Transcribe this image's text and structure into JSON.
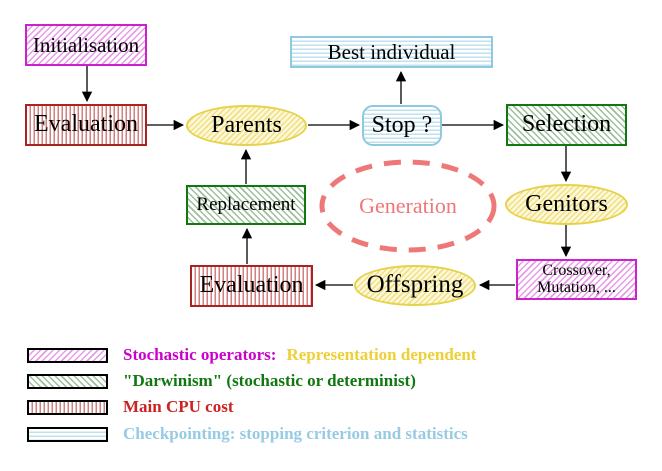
{
  "diagram": {
    "title_hint": "Evolutionary algorithm generation loop",
    "nodes": {
      "initialisation": {
        "label": "Initialisation"
      },
      "evaluation_top": {
        "label": "Evaluation"
      },
      "parents": {
        "label": "Parents"
      },
      "best_individual": {
        "label": "Best individual"
      },
      "stop": {
        "label": "Stop ?"
      },
      "selection": {
        "label": "Selection"
      },
      "genitors": {
        "label": "Genitors"
      },
      "crossover_mutation": {
        "line1": "Crossover,",
        "line2": "Mutation, ..."
      },
      "offspring": {
        "label": "Offspring"
      },
      "evaluation_bottom": {
        "label": "Evaluation"
      },
      "replacement": {
        "label": "Replacement"
      },
      "generation": {
        "label": "Generation"
      }
    },
    "edges": [
      "initialisation->evaluation_top",
      "evaluation_top->parents",
      "parents->stop",
      "stop->best_individual",
      "stop->selection",
      "selection->genitors",
      "genitors->crossover_mutation",
      "crossover_mutation->offspring",
      "offspring->evaluation_bottom",
      "evaluation_bottom->replacement",
      "replacement->parents"
    ],
    "legend": [
      {
        "pattern": "magenta-diagonal-hatch",
        "label": "Stochastic operators:",
        "label2": "Representation dependent",
        "label_color": "#cc00cc",
        "label2_color": "#eecf35"
      },
      {
        "pattern": "green-diagonal-hatch",
        "label": "\"Darwinism\" (stochastic or determinist)",
        "label_color": "#117711"
      },
      {
        "pattern": "red-vertical-stripes",
        "label": "Main CPU cost",
        "label_color": "#cc2222"
      },
      {
        "pattern": "cyan-horizontal-stripes",
        "label": "Checkpointing: stopping criterion and statistics",
        "label_color": "#97cbe4"
      }
    ],
    "colors": {
      "stochastic_magenta": "#cc22cc",
      "darwinism_green": "#117711",
      "cpu_red": "#aa2222",
      "checkpoint_cyan": "#8ecadf",
      "operator_yellow": "#e6d24b",
      "generation_salmon": "#ee7877",
      "arrow_black": "#000000"
    }
  }
}
